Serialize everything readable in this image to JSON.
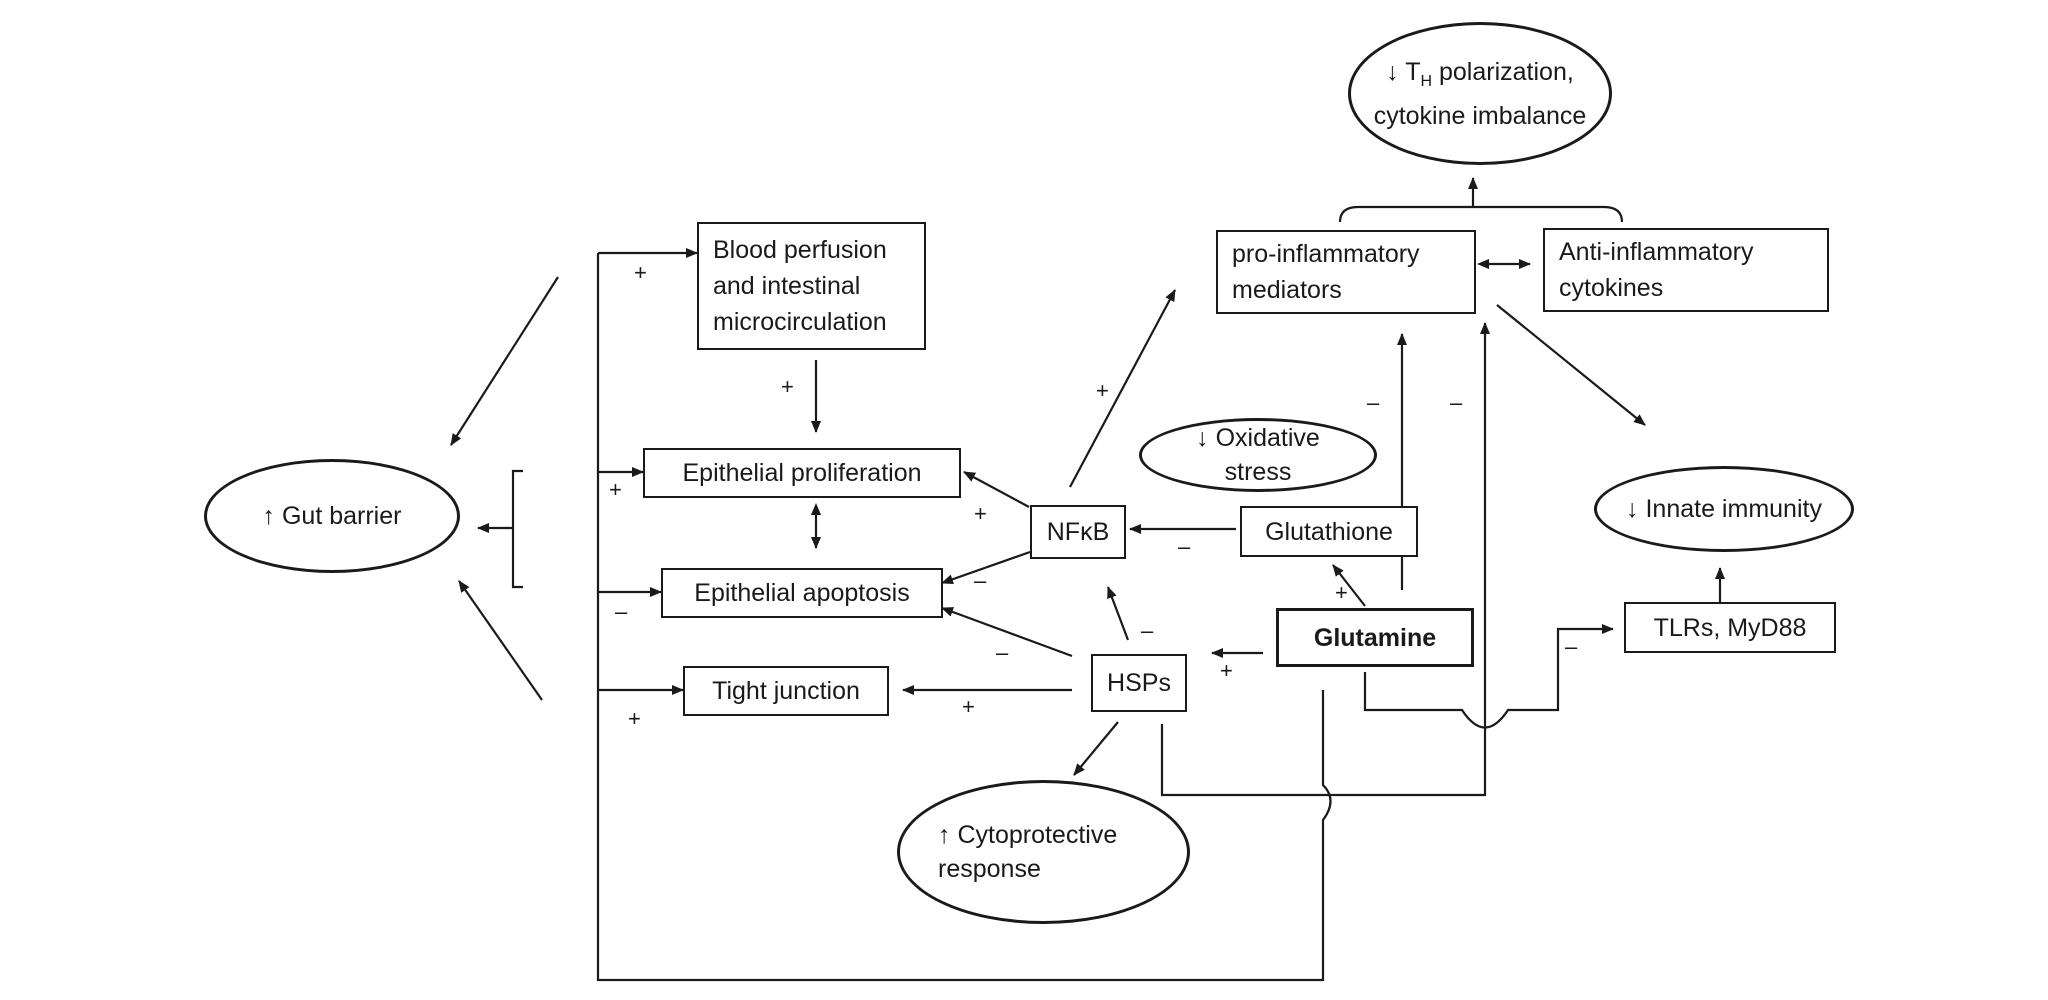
{
  "nodes": {
    "glutamine": "Glutamine",
    "hsps": "HSPs",
    "nfkb": "NFκB",
    "glutathione": "Glutathione",
    "tlrs": "TLRs, MyD88",
    "pro_inflammatory": [
      "pro-inflammatory",
      "mediators"
    ],
    "anti_inflammatory": [
      "Anti-inflammatory",
      "cytokines"
    ],
    "blood_perfusion": [
      "Blood perfusion",
      "and intestinal",
      "microcirculation"
    ],
    "epithelial_proliferation": "Epithelial proliferation",
    "epithelial_apoptosis": "Epithelial apoptosis",
    "tight_junction": "Tight junction"
  },
  "outcomes": {
    "gut_barrier": {
      "arrow": "↑",
      "label": "Gut barrier"
    },
    "th_polarization": {
      "arrow": "↓",
      "t": "T",
      "sub": "H",
      "line1_rest": " polarization,",
      "line2": "cytokine imbalance"
    },
    "oxidative_stress": {
      "arrow": "↓",
      "line1": "Oxidative",
      "line2": "stress"
    },
    "innate_immunity": {
      "arrow": "↓",
      "label": "Innate immunity"
    },
    "cytoprotective": {
      "arrow": "↑",
      "line1": "Cytoprotective",
      "line2": "response"
    }
  },
  "signs": {
    "plus": "+",
    "minus": "–"
  }
}
